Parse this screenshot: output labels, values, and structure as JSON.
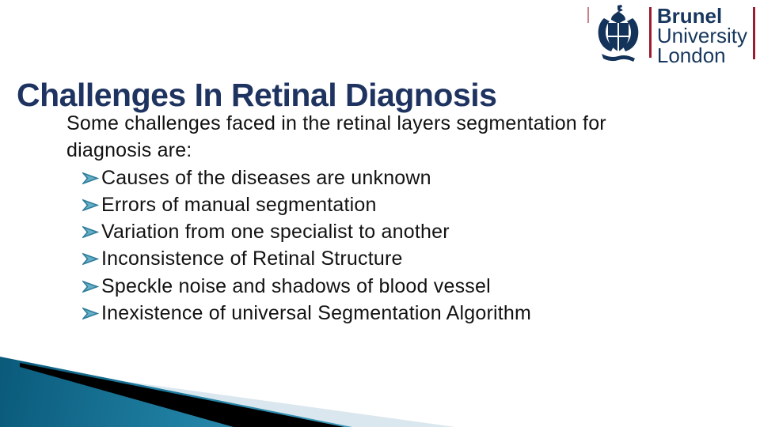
{
  "slide": {
    "title": "Challenges In Retinal Diagnosis",
    "intro_lines": [
      "Some challenges faced in the retinal layers segmentation for",
      "diagnosis are:"
    ],
    "bullet_glyph": "➢",
    "bullets": [
      "Causes of the diseases are unknown",
      "Errors of manual segmentation",
      "Variation from one specialist to another",
      "Inconsistence of Retinal Structure",
      "Speckle noise and shadows of blood vessel",
      "Inexistence of universal Segmentation Algorithm"
    ]
  },
  "logo": {
    "line1": "Brunel",
    "line2": "University",
    "line3": "London",
    "crest_icon": "brunel-crest-icon"
  },
  "colors": {
    "title_navy": "#1e3360",
    "body_text": "#121212",
    "bullet_teal_fill": "#66aec6",
    "bullet_teal_stroke": "#2e7d9c",
    "logo_navy": "#17375e",
    "logo_red": "#9e1b30",
    "swoosh_teal_dark": "#0a5a7a",
    "swoosh_teal_light": "#9ad4e2",
    "swoosh_black": "#000000",
    "swoosh_pale": "#dbe7ee",
    "background": "#ffffff"
  }
}
